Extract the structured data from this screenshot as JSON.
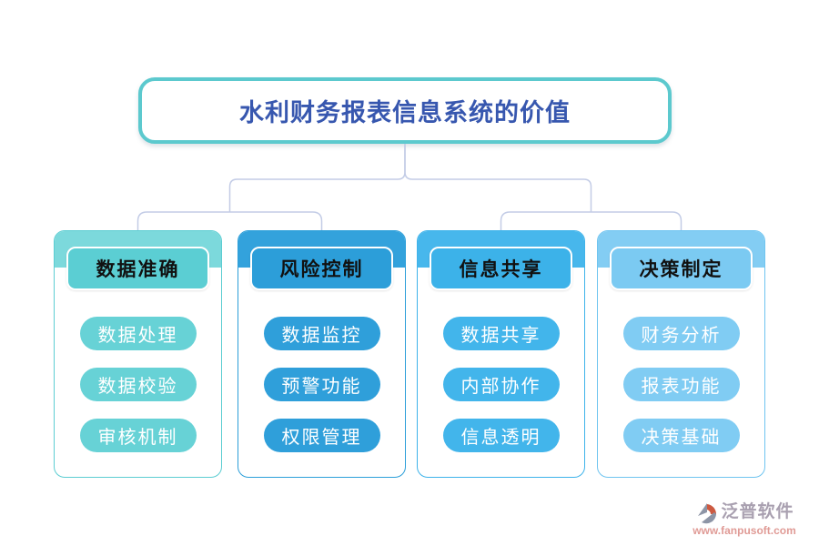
{
  "title": {
    "text": "水利财务报表信息系统的价值"
  },
  "branches": [
    {
      "header": "数据准确",
      "items": [
        "数据处理",
        "数据校验",
        "审核机制"
      ],
      "colors": {
        "border": "#5CCDD2",
        "band": "#7CD9DC",
        "header": "#5BCED3",
        "pill": "#67D2D6"
      }
    },
    {
      "header": "风险控制",
      "items": [
        "数据监控",
        "预警功能",
        "权限管理"
      ],
      "colors": {
        "border": "#2D9FD9",
        "band": "#33A2DC",
        "header": "#2C9ED9",
        "pill": "#2F9FDA"
      }
    },
    {
      "header": "信息共享",
      "items": [
        "数据共享",
        "内部协作",
        "信息透明"
      ],
      "colors": {
        "border": "#3EB3EA",
        "band": "#47B7EC",
        "header": "#3CB2E9",
        "pill": "#42B5EB"
      }
    },
    {
      "header": "决策制定",
      "items": [
        "财务分析",
        "报表功能",
        "决策基础"
      ],
      "colors": {
        "border": "#6FC4F0",
        "band": "#83CDF3",
        "header": "#7BCAF2",
        "pill": "#80CCF3"
      }
    }
  ],
  "theme": {
    "title_text_color": "#3757AF",
    "title_border_color": "#5CC9CE",
    "connector_color": "#C3CCE6"
  },
  "watermark": {
    "brand": "泛普软件",
    "url": "www.fanpusoft.com",
    "brand_color": "#A9A0B0",
    "url_color": "#E09B96",
    "logo_gray": "#8D95A6",
    "logo_orange": "#CC5A41"
  }
}
